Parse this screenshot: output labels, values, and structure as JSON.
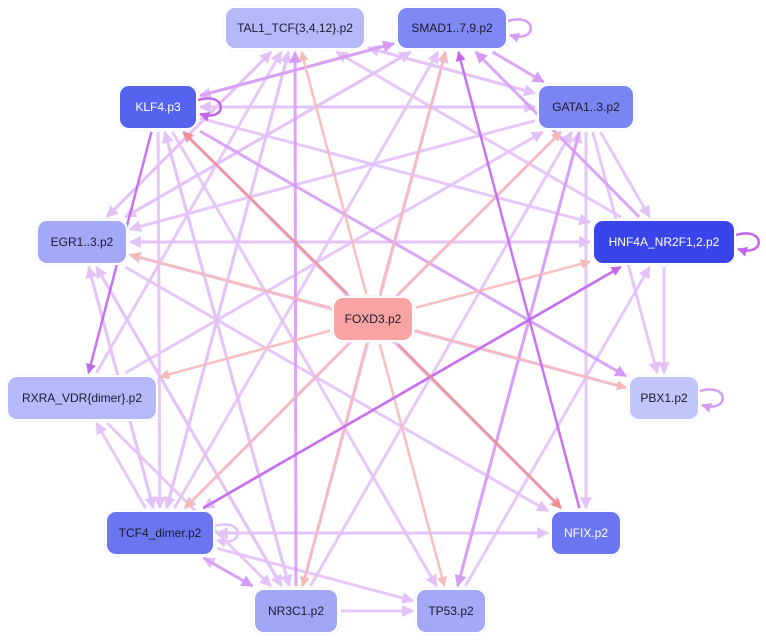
{
  "colors": {
    "edge_light": "#e3c2f7",
    "edge_mid": "#d69cf5",
    "edge_strong": "#c266ee",
    "edge_red": "#f08e8e",
    "edge_pink": "#f7b8b8"
  },
  "nodes": [
    {
      "id": "TAL1",
      "label": "TAL1_TCF{3,4,12}.p2",
      "fill": "#b5b9f9",
      "text": "#1a1a2e"
    },
    {
      "id": "SMAD",
      "label": "SMAD1..7,9.p2",
      "fill": "#7f88f2",
      "text": "#1a1a2e"
    },
    {
      "id": "KLF4",
      "label": "KLF4.p3",
      "fill": "#5663ef",
      "text": "#ffffff"
    },
    {
      "id": "GATA",
      "label": "GATA1..3.p2",
      "fill": "#7b85f1",
      "text": "#1a1a2e"
    },
    {
      "id": "EGR1",
      "label": "EGR1..3.p2",
      "fill": "#a3a9f6",
      "text": "#1a1a2e"
    },
    {
      "id": "HNF4A",
      "label": "HNF4A_NR2F1,2.p2",
      "fill": "#3944ea",
      "text": "#ffffff"
    },
    {
      "id": "FOXD3",
      "label": "FOXD3.p2",
      "fill": "#f9a3a3",
      "text": "#1a1a2e"
    },
    {
      "id": "RXRA",
      "label": "RXRA_VDR{dimer}.p2",
      "fill": "#b5b9f9",
      "text": "#1a1a2e"
    },
    {
      "id": "PBX1",
      "label": "PBX1.p2",
      "fill": "#c2c5fa",
      "text": "#1a1a2e"
    },
    {
      "id": "TCF4",
      "label": "TCF4_dimer.p2",
      "fill": "#6a75ef",
      "text": "#1a1a2e"
    },
    {
      "id": "NFIX",
      "label": "NFIX.p2",
      "fill": "#6b76f0",
      "text": "#ffffff"
    },
    {
      "id": "NR3C1",
      "label": "NR3C1.p2",
      "fill": "#a0a7f5",
      "text": "#1a1a2e"
    },
    {
      "id": "TP53",
      "label": "TP53.p2",
      "fill": "#a3a9f6",
      "text": "#1a1a2e"
    }
  ],
  "edges": [
    {
      "from": "FOXD3",
      "to": "KLF4",
      "color": "red"
    },
    {
      "from": "FOXD3",
      "to": "NFIX",
      "color": "red"
    },
    {
      "from": "FOXD3",
      "to": "TAL1",
      "color": "pink"
    },
    {
      "from": "FOXD3",
      "to": "SMAD",
      "color": "pink"
    },
    {
      "from": "FOXD3",
      "to": "GATA",
      "color": "pink"
    },
    {
      "from": "FOXD3",
      "to": "EGR1",
      "color": "pink"
    },
    {
      "from": "FOXD3",
      "to": "HNF4A",
      "color": "pink"
    },
    {
      "from": "FOXD3",
      "to": "RXRA",
      "color": "pink"
    },
    {
      "from": "FOXD3",
      "to": "PBX1",
      "color": "pink"
    },
    {
      "from": "FOXD3",
      "to": "TCF4",
      "color": "pink"
    },
    {
      "from": "FOXD3",
      "to": "NR3C1",
      "color": "pink"
    },
    {
      "from": "FOXD3",
      "to": "TP53",
      "color": "pink"
    },
    {
      "from": "KLF4",
      "to": "RXRA",
      "color": "strong"
    },
    {
      "from": "KLF4",
      "to": "SMAD",
      "color": "mid"
    },
    {
      "from": "KLF4",
      "to": "GATA",
      "color": "light"
    },
    {
      "from": "KLF4",
      "to": "HNF4A",
      "color": "light"
    },
    {
      "from": "KLF4",
      "to": "PBX1",
      "color": "mid"
    },
    {
      "from": "KLF4",
      "to": "NR3C1",
      "color": "light"
    },
    {
      "from": "KLF4",
      "to": "TP53",
      "color": "light"
    },
    {
      "from": "KLF4",
      "to": "TCF4",
      "color": "light"
    },
    {
      "from": "KLF4",
      "to": "NFIX",
      "color": "light"
    },
    {
      "from": "SMAD",
      "to": "GATA",
      "color": "mid"
    },
    {
      "from": "SMAD",
      "to": "EGR1",
      "color": "light"
    },
    {
      "from": "SMAD",
      "to": "KLF4",
      "color": "light"
    },
    {
      "from": "NFIX",
      "to": "SMAD",
      "color": "strong"
    },
    {
      "from": "HNF4A",
      "to": "SMAD",
      "color": "mid"
    },
    {
      "from": "GATA",
      "to": "KLF4",
      "color": "light"
    },
    {
      "from": "GATA",
      "to": "EGR1",
      "color": "light"
    },
    {
      "from": "GATA",
      "to": "TP53",
      "color": "mid"
    },
    {
      "from": "GATA",
      "to": "PBX1",
      "color": "light"
    },
    {
      "from": "GATA",
      "to": "NFIX",
      "color": "light"
    },
    {
      "from": "GATA",
      "to": "HNF4A",
      "color": "light"
    },
    {
      "from": "GATA",
      "to": "TCF4",
      "color": "light"
    },
    {
      "from": "GATA",
      "to": "TAL1",
      "color": "light"
    },
    {
      "from": "TCF4",
      "to": "HNF4A",
      "color": "strong"
    },
    {
      "from": "TCF4",
      "to": "NFIX",
      "color": "light"
    },
    {
      "from": "TCF4",
      "to": "EGR1",
      "color": "light"
    },
    {
      "from": "TCF4",
      "to": "RXRA",
      "color": "light"
    },
    {
      "from": "TCF4",
      "to": "NR3C1",
      "color": "mid"
    },
    {
      "from": "TCF4",
      "to": "TP53",
      "color": "light"
    },
    {
      "from": "TCF4",
      "to": "TAL1",
      "color": "light"
    },
    {
      "from": "TCF4",
      "to": "SMAD",
      "color": "light"
    },
    {
      "from": "EGR1",
      "to": "NR3C1",
      "color": "light"
    },
    {
      "from": "EGR1",
      "to": "TCF4",
      "color": "light"
    },
    {
      "from": "EGR1",
      "to": "HNF4A",
      "color": "light"
    },
    {
      "from": "EGR1",
      "to": "TAL1",
      "color": "light"
    },
    {
      "from": "EGR1",
      "to": "SMAD",
      "color": "light"
    },
    {
      "from": "EGR1",
      "to": "NFIX",
      "color": "light"
    },
    {
      "from": "TAL1",
      "to": "EGR1",
      "color": "light"
    },
    {
      "from": "TAL1",
      "to": "GATA",
      "color": "light"
    },
    {
      "from": "TAL1",
      "to": "TCF4",
      "color": "light"
    },
    {
      "from": "NR3C1",
      "to": "TAL1",
      "color": "mid"
    },
    {
      "from": "NR3C1",
      "to": "EGR1",
      "color": "light"
    },
    {
      "from": "NR3C1",
      "to": "KLF4",
      "color": "light"
    },
    {
      "from": "NR3C1",
      "to": "TCF4",
      "color": "light"
    },
    {
      "from": "NR3C1",
      "to": "GATA",
      "color": "light"
    },
    {
      "from": "NR3C1",
      "to": "SMAD",
      "color": "light"
    },
    {
      "from": "RXRA",
      "to": "GATA",
      "color": "light"
    },
    {
      "from": "RXRA",
      "to": "TAL1",
      "color": "light"
    },
    {
      "from": "RXRA",
      "to": "NR3C1",
      "color": "light"
    },
    {
      "from": "HNF4A",
      "to": "EGR1",
      "color": "light"
    },
    {
      "from": "HNF4A",
      "to": "TCF4",
      "color": "light"
    },
    {
      "from": "HNF4A",
      "to": "PBX1",
      "color": "light"
    },
    {
      "from": "HNF4A",
      "to": "TAL1",
      "color": "light"
    },
    {
      "from": "NFIX",
      "to": "KLF4",
      "color": "light"
    },
    {
      "from": "NFIX",
      "to": "TCF4",
      "color": "light"
    },
    {
      "from": "TP53",
      "to": "GATA",
      "color": "light"
    },
    {
      "from": "TP53",
      "to": "HNF4A",
      "color": "light"
    },
    {
      "from": "PBX1",
      "to": "EGR1",
      "color": "light"
    },
    {
      "from": "NR3C1",
      "to": "TP53",
      "color": "light"
    }
  ],
  "self_loops": [
    {
      "node": "SMAD",
      "side": "right",
      "color": "mid"
    },
    {
      "node": "KLF4",
      "side": "right",
      "color": "strong"
    },
    {
      "node": "HNF4A",
      "side": "right",
      "color": "strong"
    },
    {
      "node": "PBX1",
      "side": "right",
      "color": "mid"
    },
    {
      "node": "TCF4",
      "side": "right",
      "color": "light"
    }
  ]
}
